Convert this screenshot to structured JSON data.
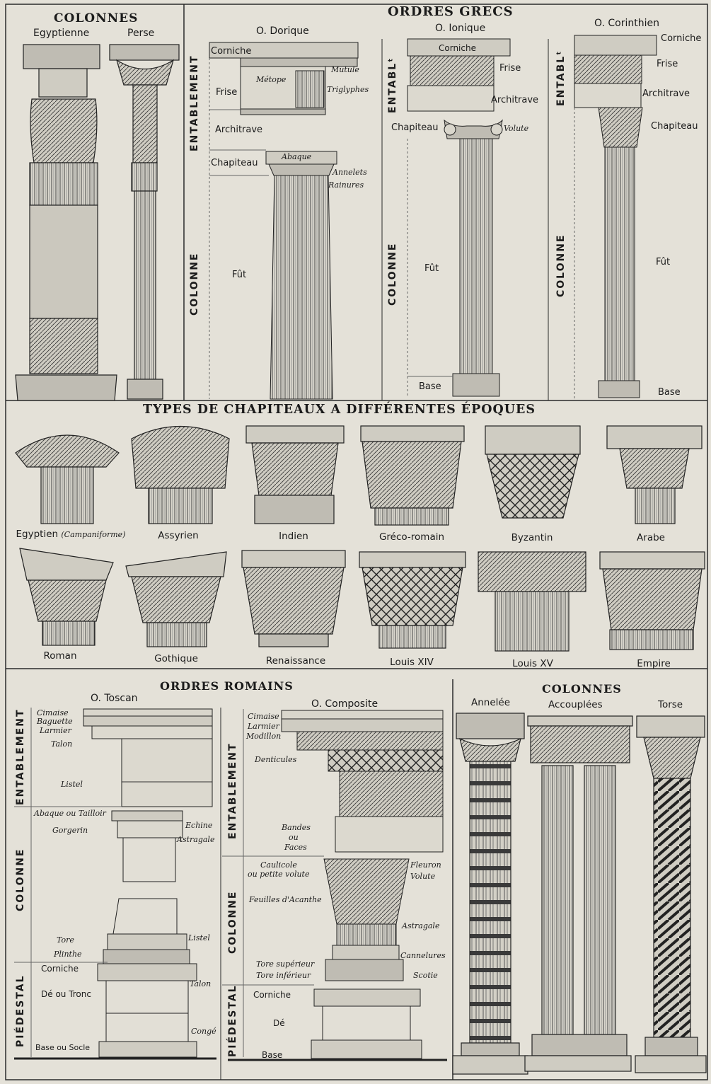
{
  "colonnes_top": {
    "title": "COLONNES",
    "egyptienne": "Egyptienne",
    "perse": "Perse"
  },
  "ordres_grecs": {
    "title": "ORDRES GRECS",
    "dorique": {
      "title": "O. Dorique",
      "entablement": "ENTABLEMENT",
      "colonne": "COLONNE",
      "corniche": "Corniche",
      "frise": "Frise",
      "architrave": "Architrave",
      "chapiteau": "Chapiteau",
      "fut": "Fût",
      "metope": "Métope",
      "mutule": "Mutule",
      "triglyphes": "Triglyphes",
      "abaque": "Abaque",
      "annelets": "Annelets",
      "rainures": "Rainures"
    },
    "ionique": {
      "title": "O. Ionique",
      "entablement": "ENTABLᵗ",
      "colonne": "COLONNE",
      "corniche": "Corniche",
      "frise": "Frise",
      "architrave": "Architrave",
      "chapiteau": "Chapiteau",
      "volute": "Volute",
      "fut": "Fût",
      "base": "Base"
    },
    "corinthien": {
      "title": "O. Corinthien",
      "entablement": "ENTABLᵗ",
      "colonne": "COLONNE",
      "corniche": "Corniche",
      "frise": "Frise",
      "architrave": "Architrave",
      "chapiteau": "Chapiteau",
      "fut": "Fût",
      "base": "Base"
    }
  },
  "chapiteaux": {
    "title": "TYPES DE CHAPITEAUX A DIFFÉRENTES ÉPOQUES",
    "row1": [
      {
        "label": "Egyptien",
        "note": "(Campaniforme)"
      },
      {
        "label": "Assyrien",
        "note": ""
      },
      {
        "label": "Indien",
        "note": ""
      },
      {
        "label": "Gréco-romain",
        "note": ""
      },
      {
        "label": "Byzantin",
        "note": ""
      },
      {
        "label": "Arabe",
        "note": ""
      }
    ],
    "row2": [
      {
        "label": "Roman"
      },
      {
        "label": "Gothique"
      },
      {
        "label": "Renaissance"
      },
      {
        "label": "Louis XIV"
      },
      {
        "label": "Louis XV"
      },
      {
        "label": "Empire"
      }
    ]
  },
  "ordres_romains": {
    "title": "ORDRES ROMAINS",
    "toscan": {
      "title": "O. Toscan",
      "entablement": "ENTABLEMENT",
      "colonne": "COLONNE",
      "piedestal": "PIÉDESTAL",
      "cimaise": "Cimaise",
      "baguette": "Baguette",
      "larmier": "Larmier",
      "talon": "Talon",
      "listel": "Listel",
      "abaque": "Abaque ou Tailloir",
      "gorgerin": "Gorgerin",
      "echine": "Echine",
      "astragale": "Astragale",
      "listel2": "Listel",
      "tore": "Tore",
      "plinthe": "Plinthe",
      "corniche": "Corniche",
      "de": "Dé ou Tronc",
      "talon2": "Talon",
      "conge": "Congé",
      "base": "Base ou Socle"
    },
    "composite": {
      "title": "O. Composite",
      "entablement": "ENTABLEMENT",
      "colonne": "COLONNE",
      "piedestal": "PIÉDESTAL",
      "cimaise": "Cimaise",
      "larmier": "Larmier",
      "modillon": "Modillon",
      "denticules": "Denticules",
      "bandes1": "Bandes",
      "bandes2": "ou",
      "bandes3": "Faces",
      "caulicole1": "Caulicole",
      "caulicole2": "ou petite volute",
      "fleuron": "Fleuron",
      "volute": "Volute",
      "feuilles": "Feuilles d'Acanthe",
      "astragale": "Astragale",
      "cannelures": "Cannelures",
      "tore_sup": "Tore supérieur",
      "tore_inf": "Tore inférieur",
      "scotie": "Scotie",
      "corniche": "Corniche",
      "de": "Dé",
      "base": "Base"
    }
  },
  "colonnes_bottom": {
    "title": "COLONNES",
    "annelee": "Annelée",
    "accouplees": "Accouplées",
    "torse": "Torse"
  }
}
